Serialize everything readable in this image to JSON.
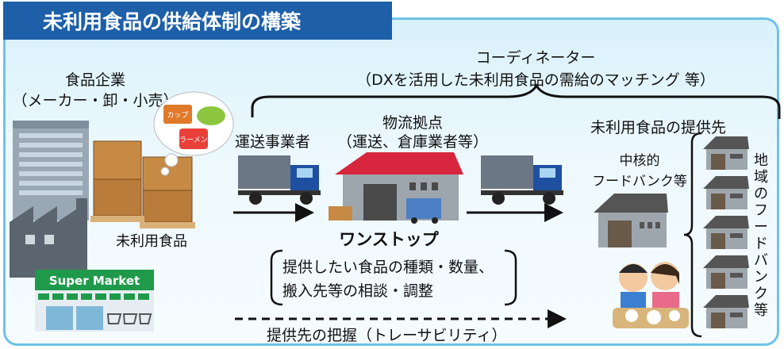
{
  "title": "未利用食品の供給体制の構築",
  "coordinator": {
    "label": "コーディネーター",
    "note": "（DXを活用した未利用食品の需給のマッチング 等）"
  },
  "food_company": {
    "label": "食品企業",
    "sub": "（メーカー・卸・小売）",
    "unused_label": "未利用食品",
    "supermarket_sign": "Super Market",
    "food_bubble_labels": [
      "ラーメン",
      "カップ"
    ]
  },
  "transport": {
    "label": "運送事業者"
  },
  "hub": {
    "label": "物流拠点",
    "sub": "（運送、倉庫業者等）",
    "one_stop": "ワンストップ",
    "consult_line1": "提供したい食品の種類・数量、",
    "consult_line2": "搬入先等の相談・調整"
  },
  "recipients": {
    "header": "未利用食品の提供先",
    "core_line1": "中核的",
    "core_line2": "フードバンク等",
    "regional_vertical": "地域のフードバンク等"
  },
  "traceability": {
    "label": "提供先の把握（トレーサビリティ）"
  },
  "colors": {
    "title_bg": "#1d5fa9",
    "panel_border": "#6ec3e6",
    "truck_cab": "#1f4fa0",
    "warehouse_roof": "#d7263d",
    "supermarket_green": "#1f9a4a"
  }
}
